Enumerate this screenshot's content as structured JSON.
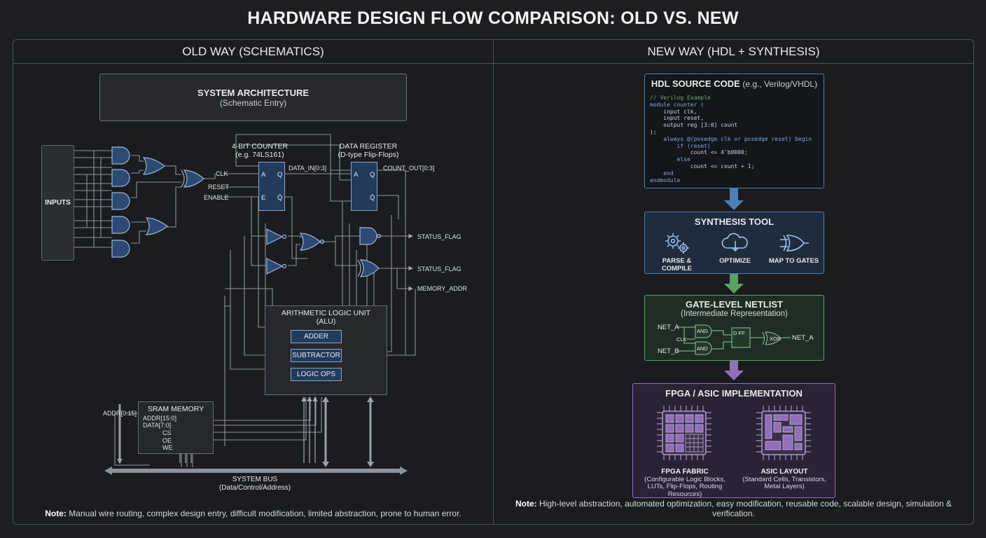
{
  "title": "HARDWARE DESIGN FLOW COMPARISON: OLD VS. NEW",
  "old": {
    "header": "OLD WAY (SCHEMATICS)",
    "system_arch": {
      "title": "SYSTEM ARCHITECTURE",
      "subtitle": "(Schematic Entry)"
    },
    "inputs_label": "INPUTS",
    "counter": {
      "title1": "4-BIT COUNTER",
      "title2": "(e.g. 74LS161)",
      "pin_a": "A",
      "pin_e": "E",
      "pin_q": "Q",
      "pin_qbar": "Q̄"
    },
    "data_register": {
      "title1": "DATA REGISTER",
      "title2": "(D-type Flip-Flops)",
      "pin_a": "A",
      "pin_q": "Q",
      "pin_qbar": "Q̄"
    },
    "signals": {
      "clk": "CLK",
      "reset": "RESET",
      "enable": "ENABLE",
      "data_in": "DATA_IN[0:3]",
      "count_out": "COUNT_OUT[0:3]",
      "status_flag_1": "STATUS_FLAG",
      "status_flag_2": "STATUS_FLAG",
      "memory_addr": "MEMORY_ADDR",
      "addr": "ADDR[0:15]"
    },
    "alu": {
      "title1": "ARITHMETIC LOGIC UNIT",
      "title2": "(ALU)",
      "ops": [
        "ADDER",
        "SUBTRACTOR",
        "LOGIC OPS"
      ]
    },
    "sram": {
      "title": "SRAM MEMORY",
      "pins": [
        "ADDR[15:0]",
        "DATA[7:0]",
        "CS",
        "OE",
        "WE"
      ]
    },
    "bus": {
      "title": "SYSTEM BUS",
      "subtitle": "(Data/Control/Address)"
    },
    "note_label": "Note:",
    "note": "Manual wire routing, complex design entry, difficult modification, limited abstraction, prone to human error."
  },
  "new": {
    "header": "NEW WAY (HDL + SYNTHESIS)",
    "hdl": {
      "title": "HDL SOURCE CODE",
      "title_suffix": "(e.g., Verilog/VHDL)",
      "code": [
        "// Verilog Example",
        "module counter (",
        "    input clk,",
        "    input reset,",
        "    output reg [3:0] count",
        ");",
        "    always @(posedge clk or posedge reset) begin",
        "        if (reset)",
        "            count <= 4'b0000;",
        "        else",
        "            count <= count + 1;",
        "    end",
        "endmodule"
      ]
    },
    "synthesis": {
      "title": "SYNTHESIS TOOL",
      "steps": [
        "PARSE & COMPILE",
        "OPTIMIZE",
        "MAP TO GATES"
      ]
    },
    "netlist": {
      "title": "GATE-LEVEL NETLIST",
      "subtitle": "(Intermediate Representation)",
      "net_a": "NET_A",
      "net_b": "NET_B",
      "clk": "CLK",
      "and1": "AND",
      "and2": "AND",
      "dff": "D FF",
      "xor": "XOR",
      "net_out": "NET_A"
    },
    "impl": {
      "title": "FPGA / ASIC IMPLEMENTATION",
      "fpga_title": "FPGA FABRIC",
      "fpga_desc": "(Configurable Logic Blocks, LUTs, Flip-Flops, Routing Resources)",
      "asic_title": "ASIC LAYOUT",
      "asic_desc": "(Standard Cells, Transistors, Metal Layers)"
    },
    "note_label": "Note:",
    "note": "High-level abstraction, automated optimization, easy modification, reusable code, scalable design, simulation & verification."
  },
  "colors": {
    "background": "#1c1e22",
    "chip_blue": "#223a5c",
    "flow_blue": "#4f7fb5",
    "flow_green": "#5aa163",
    "flow_purple": "#8f6fb8",
    "wire": "#9aa0a8"
  }
}
